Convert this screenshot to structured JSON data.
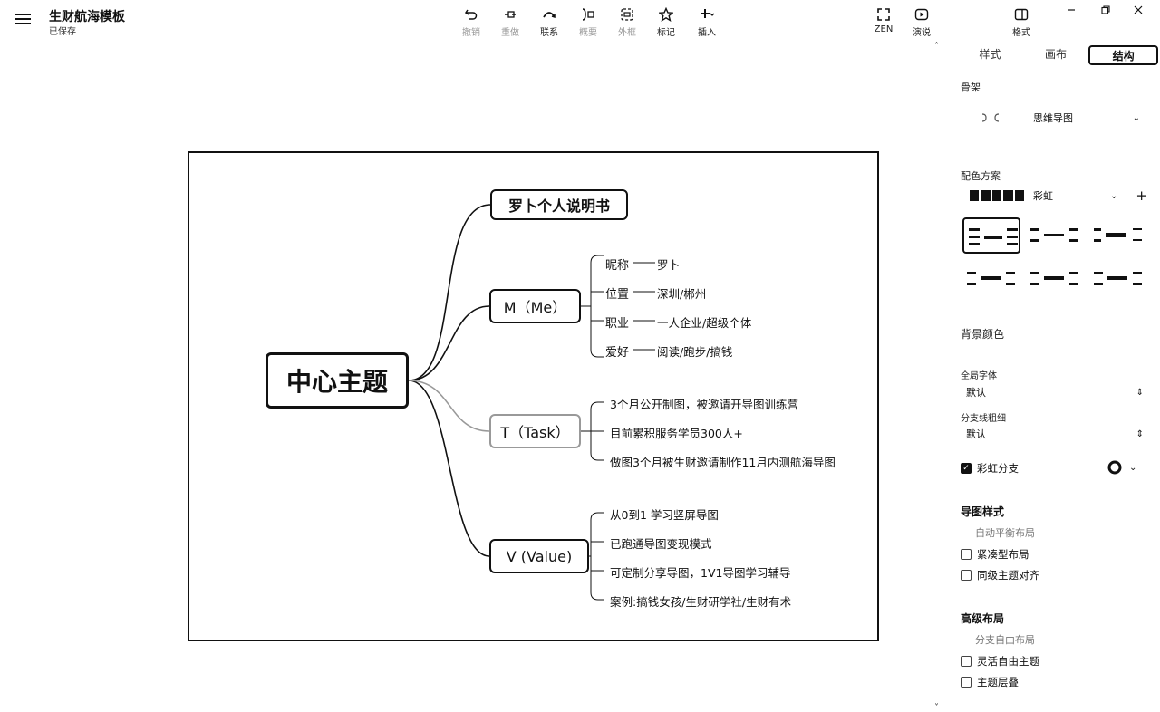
{
  "header": {
    "doc_title": "生财航海模板",
    "doc_status": "已保存"
  },
  "toolbar": [
    {
      "id": "undo",
      "label": "撤销",
      "icon": "undo-icon",
      "disabled": true
    },
    {
      "id": "redo",
      "label": "重做",
      "icon": "redo-icon",
      "disabled": true
    },
    {
      "id": "relation",
      "label": "联系",
      "icon": "relation-icon",
      "disabled": false
    },
    {
      "id": "summary",
      "label": "概要",
      "icon": "summary-icon",
      "disabled": true
    },
    {
      "id": "boundary",
      "label": "外框",
      "icon": "boundary-icon",
      "disabled": true
    },
    {
      "id": "marker",
      "label": "标记",
      "icon": "star-icon",
      "disabled": false
    },
    {
      "id": "insert",
      "label": "插入",
      "icon": "plus-icon",
      "disabled": false
    },
    {
      "id": "zen",
      "label": "ZEN",
      "icon": "zen-icon",
      "disabled": false
    },
    {
      "id": "pitch",
      "label": "演说",
      "icon": "play-icon",
      "disabled": false
    },
    {
      "id": "format",
      "label": "格式",
      "icon": "format-panel-icon",
      "disabled": false
    }
  ],
  "mindmap": {
    "central": "中心主题",
    "title_topic": "罗卜个人说明书",
    "branches": [
      {
        "label": "M（Me）",
        "children": [
          {
            "label": "昵称",
            "value": "罗卜"
          },
          {
            "label": "位置",
            "value": "深圳/郴州"
          },
          {
            "label": "职业",
            "value": "一人企业/超级个体"
          },
          {
            "label": "爱好",
            "value": "阅读/跑步/搞钱"
          }
        ]
      },
      {
        "label": "T（Task）",
        "children": [
          {
            "label": "3个月公开制图，被邀请开导图训练营"
          },
          {
            "label": "目前累积服务学员300人+"
          },
          {
            "label": "做图3个月被生财邀请制作11月内测航海导图"
          }
        ]
      },
      {
        "label": "V (Value)",
        "children": [
          {
            "label": "从0到1 学习竖屏导图"
          },
          {
            "label": "已跑通导图变现模式"
          },
          {
            "label": "可定制分享导图，1V1导图学习辅导"
          },
          {
            "label": "案例:搞钱女孩/生财研学社/生财有术"
          }
        ]
      }
    ]
  },
  "panel": {
    "tabs": [
      {
        "label": "样式",
        "active": false
      },
      {
        "label": "画布",
        "active": false
      },
      {
        "label": "结构",
        "active": true
      }
    ],
    "structure_label": "骨架",
    "structure_value": "思维导图",
    "color_scheme_label": "配色方案",
    "color_scheme_value": "彩虹",
    "background_label": "背景颜色",
    "global_font_label": "全局字体",
    "global_font_value": "默认",
    "branch_width_label": "分支线粗细",
    "branch_width_value": "默认",
    "rainbow_branch_label": "彩虹分支",
    "rainbow_branch_checked": true,
    "map_style_head": "导图样式",
    "map_style_note": "自动平衡布局",
    "compact_label": "紧凑型布局",
    "align_label": "同级主题对齐",
    "advanced_head": "高级布局",
    "advanced_note": "分支自由布局",
    "flexible_label": "灵活自由主题",
    "overlap_label": "主题层叠"
  }
}
